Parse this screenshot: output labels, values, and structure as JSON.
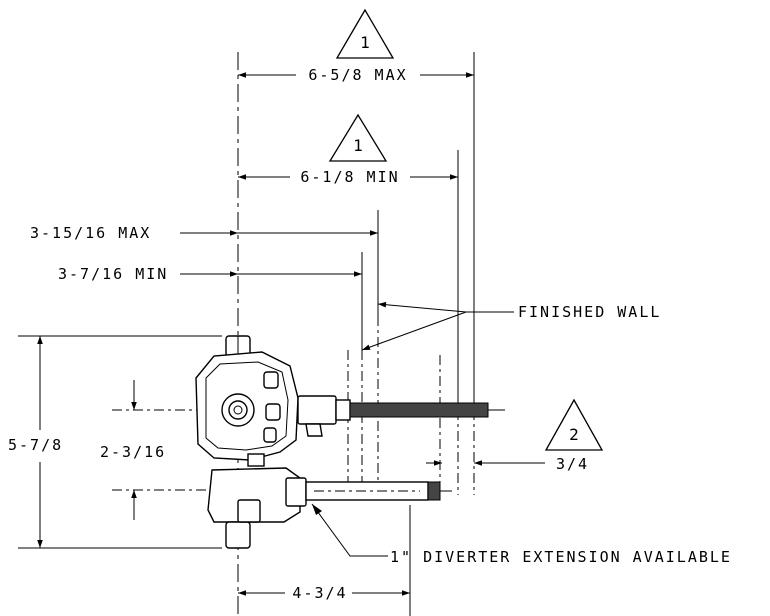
{
  "labels": {
    "dim_max_width": "6-5/8 MAX",
    "dim_min_width": "6-1/8 MIN",
    "dim_3_15_16": "3-15/16 MAX",
    "dim_3_7_16": "3-7/16 MIN",
    "finished_wall": "FINISHED WALL",
    "dim_height": "5-7/8",
    "dim_inlet_spacing": "2-3/16",
    "dim_3_4": "3/4",
    "diverter_note": "1\" DIVERTER EXTENSION AVAILABLE",
    "dim_4_3_4": "4-3/4"
  },
  "notes": {
    "triangle_1_top": "1",
    "triangle_1_mid": "1",
    "triangle_2": "2"
  }
}
